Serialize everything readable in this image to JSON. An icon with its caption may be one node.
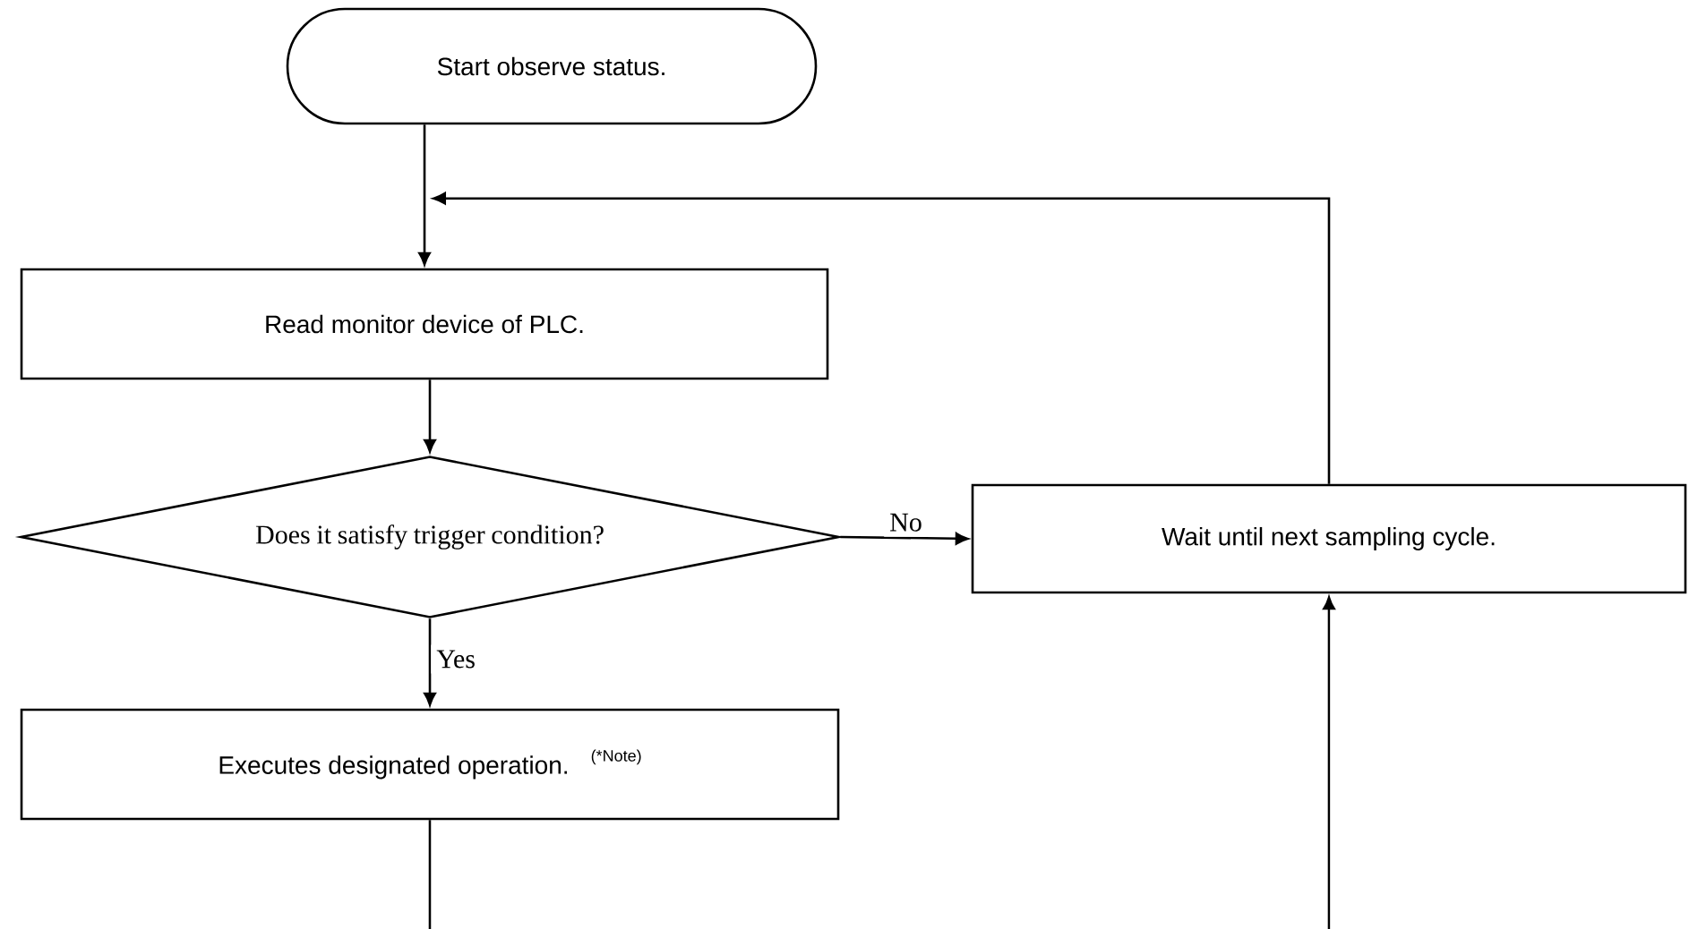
{
  "diagram": {
    "nodes": [
      {
        "text": [
          "Start observe status."
        ]
      },
      {
        "text": [
          "Read monitor device of PLC."
        ]
      },
      {
        "text": [
          "Does it satisfy trigger condition?"
        ]
      },
      {
        "text": [
          "Wait until next sampling cycle."
        ]
      },
      {
        "text": [
          "Executes designated operation.",
          "(*Note)"
        ]
      }
    ],
    "edges": [
      {
        "from": 0,
        "to": 1,
        "arrow": "to"
      },
      {
        "from": 3,
        "to": 1,
        "arrow": "to"
      },
      {
        "from": 1,
        "to": 2,
        "arrow": "to"
      },
      {
        "from": 2,
        "to": 3,
        "arrow": "to",
        "label": "No"
      },
      {
        "from": 2,
        "to": 4,
        "arrow": "to",
        "label": "Yes"
      },
      {
        "from": 4,
        "to": null,
        "arrow": "none"
      },
      {
        "from": null,
        "to": 3,
        "arrow": "to"
      }
    ]
  }
}
